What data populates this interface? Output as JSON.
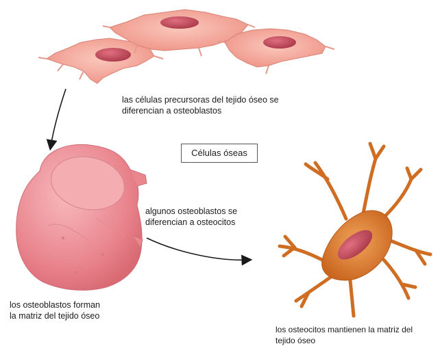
{
  "title": "Células óseas",
  "labels": {
    "precursors": "las células precursoras del tejido óseo se",
    "precursors_2": "diferencian a osteoblastos",
    "osteoblasts_to_osteocytes": "algunos osteoblastos se",
    "osteoblasts_to_osteocytes_2": "diferencian a osteocitos",
    "osteoblasts": "los osteoblastos forman",
    "osteoblasts_2": "la matriz del tejido óseo",
    "osteocytes": "los osteocitos mantienen la matriz del",
    "osteocytes_2": "tejido óseo"
  },
  "colors": {
    "precursor_cell": "#f3a59a",
    "precursor_nucleus": "#c9505c",
    "osteoblast": "#ec8f96",
    "osteoblast_nucleus": "#f5b3b3",
    "osteocyte": "#d97a2a",
    "osteocyte_nucleus": "#b3445a",
    "arrow": "#1a1a1a"
  }
}
